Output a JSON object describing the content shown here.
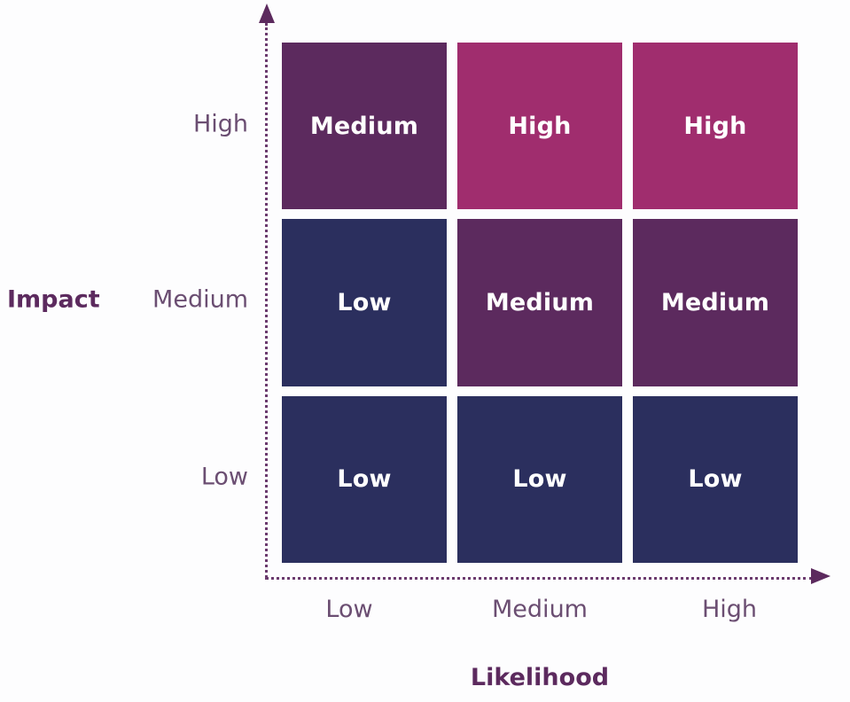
{
  "chart_data": {
    "type": "heatmap",
    "title": "",
    "xlabel": "Likelihood",
    "ylabel": "Impact",
    "x_categories": [
      "Low",
      "Medium",
      "High"
    ],
    "y_categories": [
      "High",
      "Medium",
      "Low"
    ],
    "grid": false,
    "legend": "none",
    "colors": {
      "low": "#2b2f5e",
      "medium": "#5c2a5e",
      "high": "#a02d6e",
      "axis": "#6b3b6e",
      "tick_label": "#6b4e72",
      "axis_title": "#5c2a5e",
      "cell_text": "#ffffff",
      "background": "#fdfdfe"
    },
    "rows": [
      {
        "impact": "High",
        "cells": [
          {
            "likelihood": "Low",
            "rating": "Medium",
            "color": "#5c2a5e"
          },
          {
            "likelihood": "Medium",
            "rating": "High",
            "color": "#a02d6e"
          },
          {
            "likelihood": "High",
            "rating": "High",
            "color": "#a02d6e"
          }
        ]
      },
      {
        "impact": "Medium",
        "cells": [
          {
            "likelihood": "Low",
            "rating": "Low",
            "color": "#2b2f5e"
          },
          {
            "likelihood": "Medium",
            "rating": "Medium",
            "color": "#5c2a5e"
          },
          {
            "likelihood": "High",
            "rating": "Medium",
            "color": "#5c2a5e"
          }
        ]
      },
      {
        "impact": "Low",
        "cells": [
          {
            "likelihood": "Low",
            "rating": "Low",
            "color": "#2b2f5e"
          },
          {
            "likelihood": "Medium",
            "rating": "Low",
            "color": "#2b2f5e"
          },
          {
            "likelihood": "High",
            "rating": "Low",
            "color": "#2b2f5e"
          }
        ]
      }
    ]
  },
  "axes": {
    "y_title": "Impact",
    "x_title": "Likelihood",
    "y_ticks": [
      "High",
      "Medium",
      "Low"
    ],
    "x_ticks": [
      "Low",
      "Medium",
      "High"
    ]
  },
  "icons": {
    "y_arrow": "arrow-up-icon",
    "x_arrow": "arrow-right-icon"
  }
}
